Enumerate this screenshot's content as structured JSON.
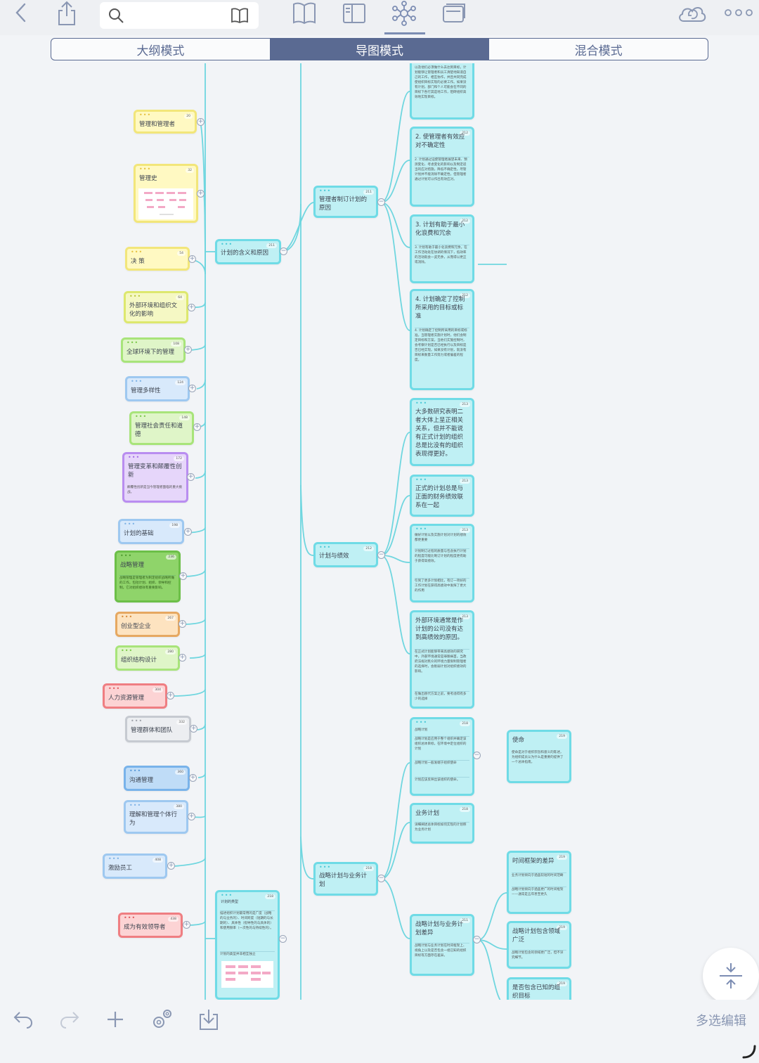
{
  "toolbar": {
    "back_icon": "chevron-left-icon",
    "share_icon": "share-icon",
    "search_icon": "search-icon",
    "book_icon": "book-icon",
    "icons_center": [
      "outline-book-icon",
      "sidebar-layout-icon",
      "mindmap-icon",
      "slides-icon"
    ],
    "sync_icon": "cloud-sync-icon",
    "more_icon": "more-icon"
  },
  "tabs": [
    {
      "label": "大纲模式",
      "active": false
    },
    {
      "label": "导图模式",
      "active": true
    },
    {
      "label": "混合模式",
      "active": false
    }
  ],
  "left_nodes": [
    {
      "title": "管理和管理者",
      "count": "20",
      "color": "yl"
    },
    {
      "title": "管理史",
      "count": "32",
      "color": "yl"
    },
    {
      "title": "决 策",
      "count": "54",
      "color": "yl"
    },
    {
      "title": "外部环境和组织文化的影响",
      "count": "64",
      "color": "ylg"
    },
    {
      "title": "全球环境下的管理",
      "count": "108",
      "color": "gr"
    },
    {
      "title": "管理多样性",
      "count": "124",
      "color": "bl"
    },
    {
      "title": "管理社会责任和道德",
      "count": "148",
      "color": "gr"
    },
    {
      "title": "管理变革和颠覆性创新",
      "count": "172",
      "color": "pu",
      "sub": "颠覆性创新是当今管理者面临的重大挑战。"
    },
    {
      "title": "计划的基础",
      "count": "198",
      "color": "bl"
    },
    {
      "title": "战略管理",
      "count": "236",
      "color": "dg",
      "sub": "战略管理是管理者为制定组织战略所做的工作，包括计划、组织、领导和控制。它对组织绩效有重要影响。"
    },
    {
      "title": "创业型企业",
      "count": "267",
      "color": "or"
    },
    {
      "title": "组织结构设计",
      "count": "280",
      "color": "gr"
    },
    {
      "title": "人力资源管理",
      "count": "304",
      "color": "rd"
    },
    {
      "title": "管理群体和团队",
      "count": "332",
      "color": "gy"
    },
    {
      "title": "沟通管理",
      "count": "360",
      "color": "bd"
    },
    {
      "title": "理解和管理个体行为",
      "count": "380",
      "color": "bl"
    },
    {
      "title": "激励员工",
      "count": "408",
      "color": "bl"
    },
    {
      "title": "成为有效领导者",
      "count": "438",
      "color": "rd"
    }
  ],
  "mid_nodes": [
    {
      "title": "计划的含义和原因",
      "count": "211"
    },
    {
      "title": "计划的类型",
      "count": "218",
      "sub": "描述组织计划最常用的是广度（战略的与业务的）、时间跨度（短期的与长期的）、具体性（指导性的与具体的）和使用频率（一次性的与持续性的）。",
      "sub2": "计划的类型并非相互独立"
    }
  ],
  "col3_nodes": [
    {
      "title": "管理者制订计划的原因",
      "count": "211"
    },
    {
      "title": "计划与绩效",
      "count": "212"
    },
    {
      "title": "战略计划与业务计划",
      "count": "218"
    }
  ],
  "col4_nodes": [
    {
      "title": "",
      "count": "",
      "sub": "以及他们必须做什么去达到目标。计划能够让管理者和员工清楚地知道自己的工作，相互协作，并且共同完成使组织目标实现的必要工作。如果没有计划，部门和个人可能会在不同的目标下各行其是地工作，阻碍组织高效地实现目标。"
    },
    {
      "title": "2. 使管理者有效应对不确定性",
      "count": "212",
      "sub": "2. 计划通过迫使管理者展望未来、预测变化、考虑变化的影响以及制定适当的应对措施，降低不确定性。尽管计划并不能消除不确定性，但管理者通过计划可以作出有效应对。"
    },
    {
      "title": "3. 计划有助于最小化浪费和冗余",
      "count": "212",
      "sub": "3. 计划有助于最小化浪费和冗余。在工作活动处在协调的情况下，低效率的活动就会一览无余，从而得以更正或消除。"
    },
    {
      "title": "4. 计划确定了控制所采用的目标或标准",
      "count": "212",
      "sub": "4. 计划确定了控制所采用的目标或标准。当管理者实施计划时，他们会制定目标和方案，当他们实施控制时，会考察计划是否已经执行以及目标是否已经实现。如果没有计划，就没有目标来衡量工作努力或者偏差的程度。"
    },
    {
      "title": "大多数研究表明二者大体上呈正相关关系，但并不能说有正式计划的组织总是比没有的组织表现得更好。",
      "count": "213"
    },
    {
      "title": "正式的计划总是与正面的财务绩效联系在一起",
      "count": "213"
    },
    {
      "title": "",
      "count": "213",
      "pre": "做好计划以及实施计划对计划的绩效都更重要",
      "sub": "计划制订过程的质量与包含执行计划的程度可能比制订计划的程度更有助于获得高绩效。",
      "sub2": "引到了更多计划相比，有订一项好的工作计划在获得高绩效中发挥了更大的作用"
    },
    {
      "title": "外部环境通常是作计划的公司没有达到高绩效的原因。",
      "count": "213",
      "sub": "在正式计划能够带来高绩效的研究中，外部环境通常是罪魁祸首。当政府法规对民众的环境力量限制管理者的选择时，会削弱计划对组织绩效的影响。",
      "sub2": "在做出替代方案之前，要考虑得有多少的选择"
    },
    {
      "title": "",
      "count": "218",
      "pre": "战略计划",
      "sub": "战略计划是应用于整个组织并确定该组织总体目标，在环境中定位组织的计划",
      "sub2": "战略计划一般发端于组织使命",
      "sub3": "计划应该反映出该组织的使命。"
    },
    {
      "title": "业务计划",
      "count": "218",
      "sub": "详细阐述总体目标如何实现的计划称为业务计划"
    },
    {
      "title": "战略计划与业务计划差异",
      "count": "211",
      "sub": "战略计划与业务计划在时间框架上、视角上以及是否包含一组已知的组织目标等方面存在差异。"
    }
  ],
  "col5_nodes": [
    {
      "title": "使命",
      "count": "219",
      "sub": "使命是对于组织宗旨和意义的陈述，为组织成员认为什么是重要的提供了一个总体指南。"
    },
    {
      "title": "时间框架的差异",
      "count": "219",
      "sub": "业务计划倾向于涵盖较短的时间范畴",
      "sub2": "战略计划倾向于涵盖更广的时间框架——通常是五年甚至更久"
    },
    {
      "title": "战略计划包含领域广泛",
      "count": "219",
      "sub": "战略计划包含的领域更广泛，但不深究细节。"
    },
    {
      "title": "是否包含已知的组织目标",
      "count": "219"
    }
  ],
  "bottom": {
    "icons": [
      "undo-icon",
      "redo-icon",
      "add-icon",
      "settings-icon",
      "export-icon"
    ],
    "multi_select_label": "多选编辑",
    "fab_icon": "collapse-icon"
  }
}
